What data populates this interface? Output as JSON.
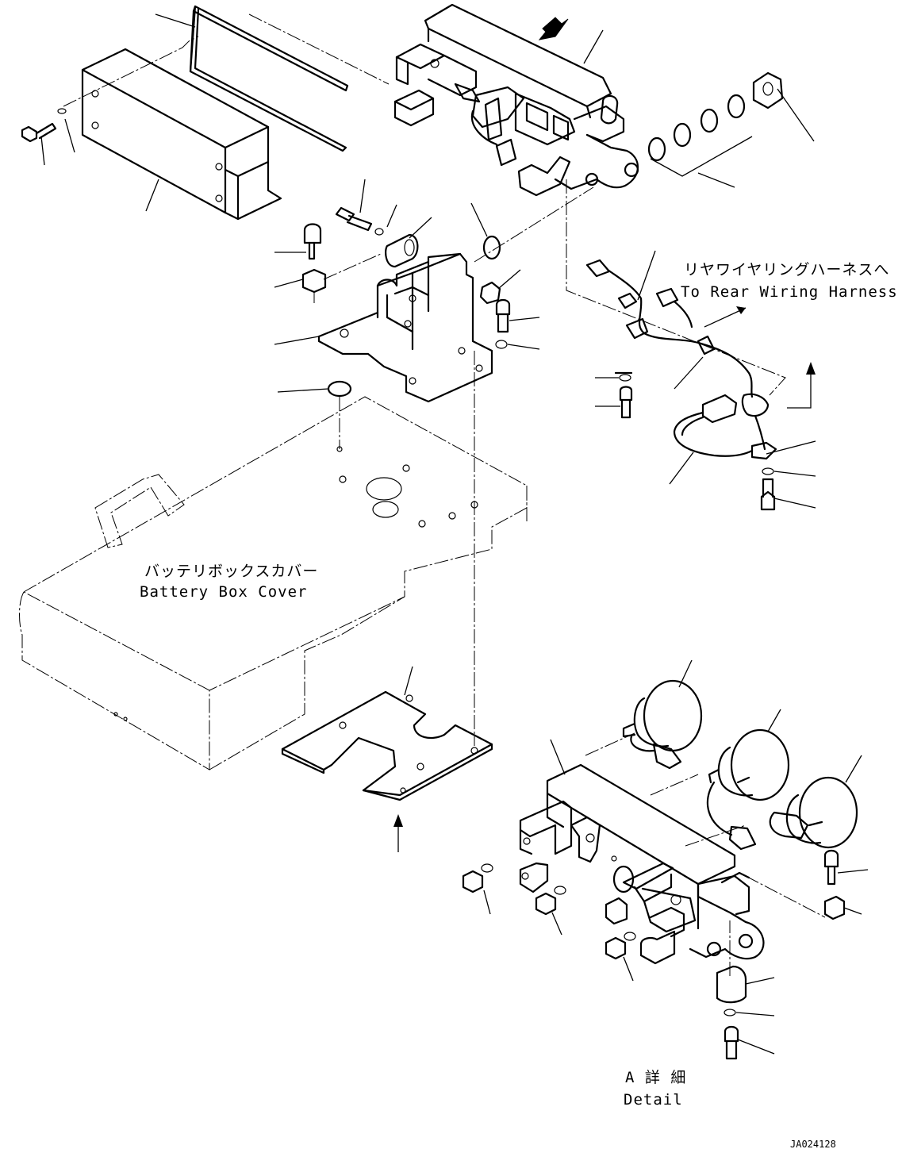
{
  "labels": {
    "harness_jp": "リヤワイヤリングハーネスへ",
    "harness_en": "To Rear Wiring Harness",
    "cover_jp": "バッテリボックスカバー",
    "cover_en": "Battery Box Cover",
    "detail_jp": "A 詳 細",
    "detail_en": "Detail",
    "drawing_id": "JA024128"
  }
}
